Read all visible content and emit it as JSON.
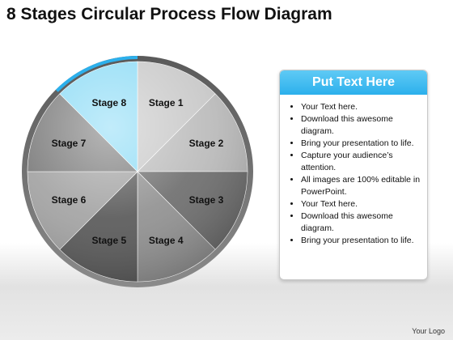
{
  "title": "8 Stages Circular Process Flow Diagram",
  "stages": [
    {
      "label": "Stage 1",
      "color": "#c9c9c9",
      "text_color": "#111111"
    },
    {
      "label": "Stage 2",
      "color": "#bcbcbc",
      "text_color": "#111111"
    },
    {
      "label": "Stage 3",
      "color": "#6e6e6e",
      "text_color": "#111111"
    },
    {
      "label": "Stage 4",
      "color": "#919191",
      "text_color": "#111111"
    },
    {
      "label": "Stage 5",
      "color": "#595959",
      "text_color": "#111111"
    },
    {
      "label": "Stage 6",
      "color": "#a3a3a3",
      "text_color": "#111111"
    },
    {
      "label": "Stage 7",
      "color": "#7d7d7d",
      "text_color": "#111111"
    },
    {
      "label": "Stage 8",
      "color": "#8fdcf6",
      "text_color": "#111111"
    }
  ],
  "colors": {
    "accent": "#2cb0ec",
    "ring": "#6a6a6a"
  },
  "panel": {
    "header": "Put Text Here",
    "items": [
      "Your Text here.",
      "Download this awesome diagram.",
      "Bring your presentation to life.",
      "Capture your audience’s attention.",
      "All images are 100% editable in PowerPoint.",
      "Your Text here.",
      "Download this awesome diagram.",
      "Bring your presentation to life."
    ]
  },
  "footer": "Your Logo"
}
